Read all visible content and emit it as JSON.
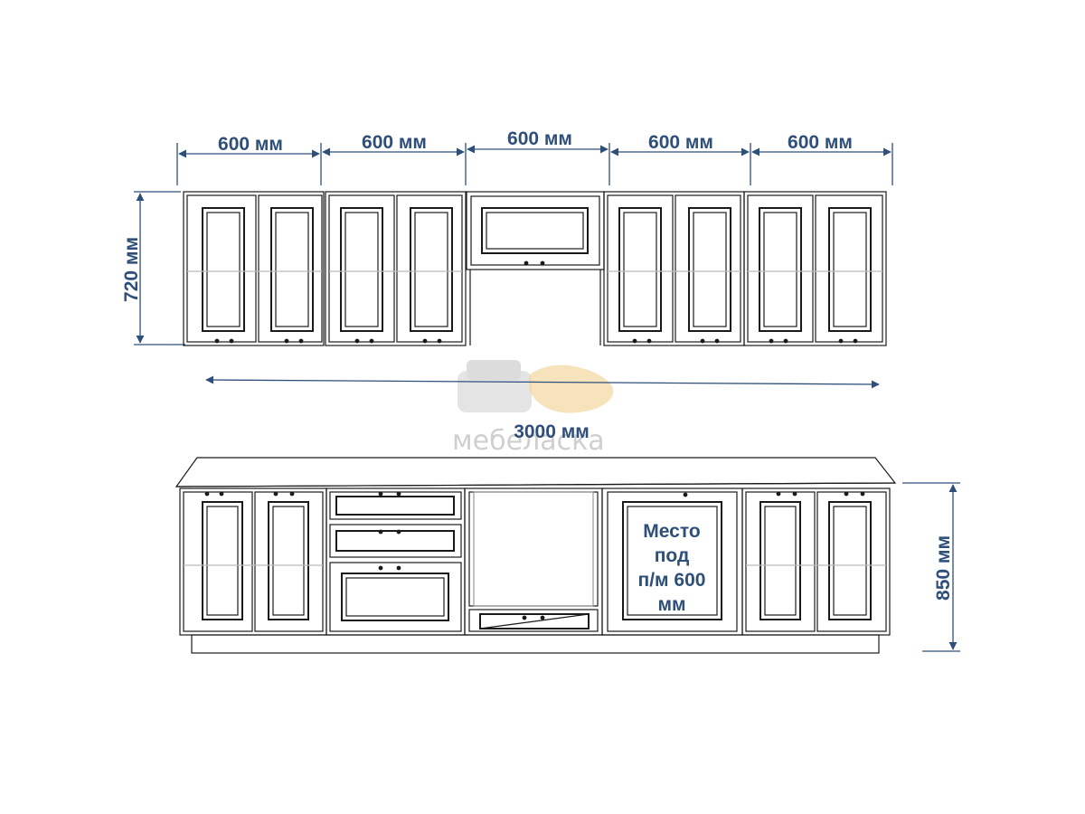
{
  "dimensions": {
    "upper_widths": [
      "600 мм",
      "600 мм",
      "600 мм",
      "600 мм",
      "600 мм"
    ],
    "upper_height": "720 мм",
    "total_width": "3000 мм",
    "lower_height": "850 мм"
  },
  "appliance_slot": {
    "line1": "Место",
    "line2": "под",
    "line3": "п/м 600",
    "line4": "мм"
  },
  "watermark": {
    "text": "мебеласка"
  },
  "colors": {
    "dimension": "#2e4f7a",
    "outline": "#1a1a1a",
    "watermark": "#cfcfcf",
    "watermark_accent": "#f2d7a0"
  }
}
